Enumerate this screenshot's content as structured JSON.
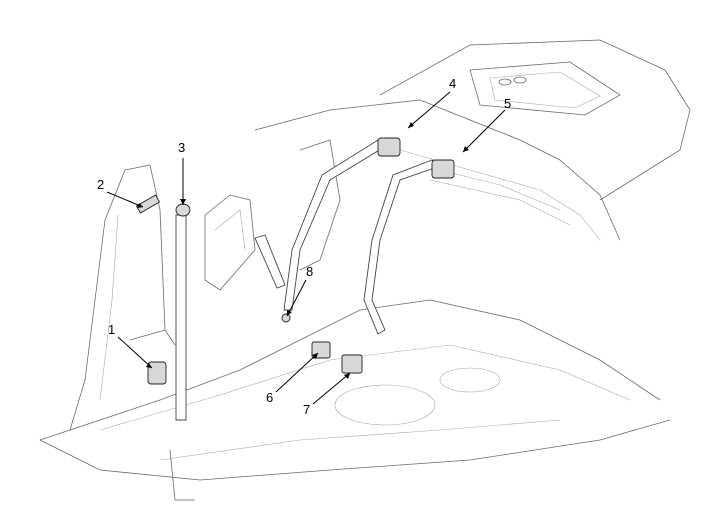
{
  "diagram": {
    "callouts": [
      {
        "id": "1",
        "label": "1"
      },
      {
        "id": "2",
        "label": "2"
      },
      {
        "id": "3",
        "label": "3"
      },
      {
        "id": "4",
        "label": "4"
      },
      {
        "id": "5",
        "label": "5"
      },
      {
        "id": "6",
        "label": "6"
      },
      {
        "id": "7",
        "label": "7"
      },
      {
        "id": "8",
        "label": "8"
      }
    ],
    "colors": {
      "line": "#6a6a6a",
      "callout": "#000000",
      "background": "#ffffff"
    }
  }
}
